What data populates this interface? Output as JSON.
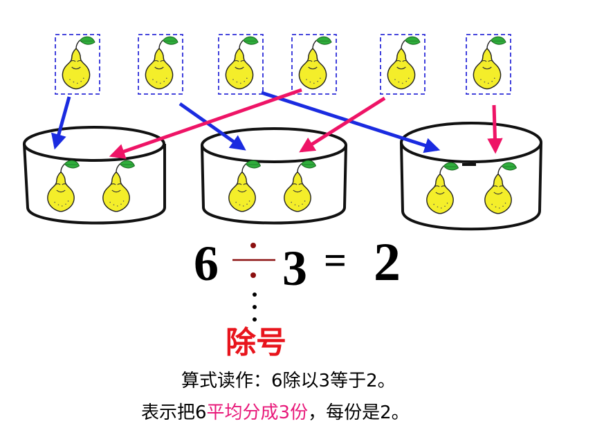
{
  "colors": {
    "pear_body": "#f4ee2a",
    "pear_outline": "#222222",
    "leaf": "#2fae3c",
    "blue_arrow": "#1a2be0",
    "pink_arrow": "#ee1466",
    "dashed_frame": "#2b2bd8",
    "division_dots": "#8b0f0f",
    "division_label": "#e8141c",
    "highlight_text": "#e8197a"
  },
  "scene": {
    "pears_in_row": 6,
    "bowls": 3,
    "pears_per_bowl": 2,
    "icons": [
      "pear-icon",
      "leaf-icon",
      "bowl-icon",
      "arrow-icon"
    ]
  },
  "equation": {
    "dividend": "6",
    "divisor": "3",
    "equals": "=",
    "quotient": "2"
  },
  "division_label": "除号",
  "reading_line": "算式读作：6除以3等于2。",
  "meaning_line": {
    "before": "表示把6",
    "highlight": "平均分成3份",
    "after": "，每份是2。"
  }
}
